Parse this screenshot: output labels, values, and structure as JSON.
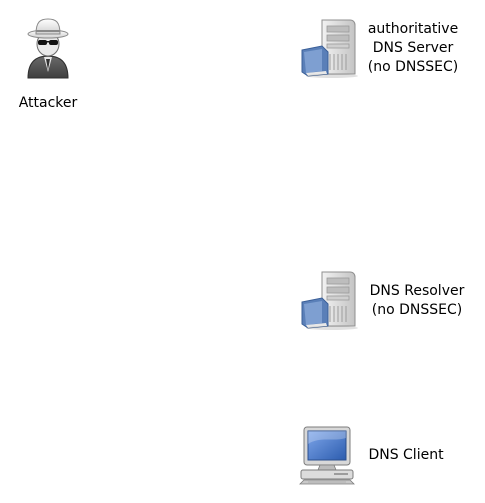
{
  "nodes": {
    "attacker": {
      "icon": "spy-attacker-icon",
      "label": "Attacker"
    },
    "auth_server": {
      "icon": "server-tower-icon",
      "label_lines": [
        "authoritative",
        "DNS Server",
        "(no DNSSEC)"
      ]
    },
    "resolver": {
      "icon": "server-tower-icon",
      "label_lines": [
        "DNS Resolver",
        "(no DNSSEC)"
      ]
    },
    "client": {
      "icon": "desktop-computer-icon",
      "label": "DNS Client"
    }
  },
  "colors": {
    "server_body": "#d9d9d9",
    "server_shadow": "#8f8f8f",
    "book_blue": "#5a7fb8",
    "led_red": "#c62828",
    "screen_blue": "#3f73c9",
    "coat_gray": "#555555"
  }
}
